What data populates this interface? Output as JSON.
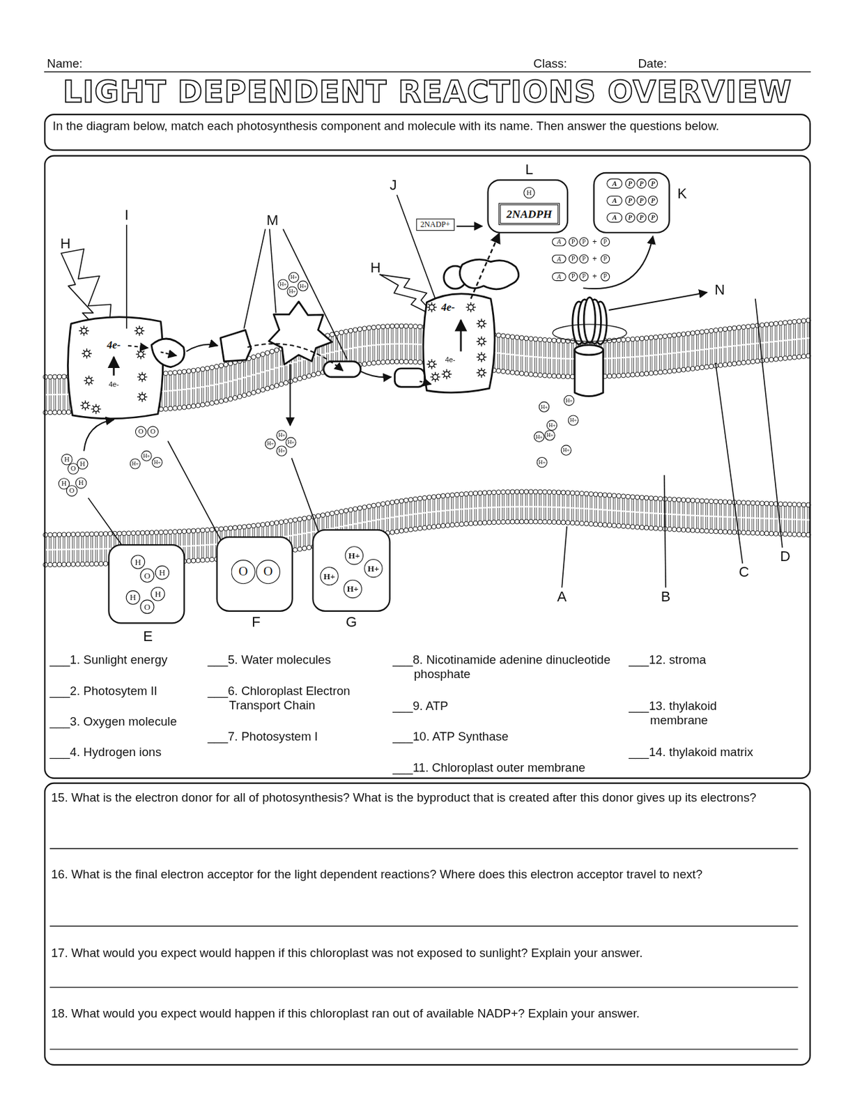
{
  "diagram": {
    "title": "LIGHT DEPENDENT REACTIONS OVERVIEW",
    "nodes": [
      {
        "text": [
          "In the diagram below, match each photosynthesis component and molecule with its name.  Then answer the questions below."
        ]
      },
      {
        "text": [
          "___1. Sunlight energy",
          "___2. Photosytem II",
          "___3. Oxygen molecule",
          "___4. Hydrogen ions",
          "___5. Water molecules",
          "___6. Chloroplast Electron Transport Chain",
          "___7. Photosystem I",
          "___8. Nicotinamide adenine dinucleotide phosphate",
          "___9. ATP",
          "___10. ATP Synthase",
          "___11. Chloroplast outer membrane",
          "___12. stroma",
          "___13. thylakoid membrane",
          "___14. thylakoid matrix"
        ]
      },
      {
        "text": [
          "L",
          "H",
          "2NADPH"
        ],
        "in": 1
      },
      {
        "text": [
          "K",
          "A",
          "P",
          "P",
          "P",
          "A",
          "P",
          "P",
          "P",
          "A",
          "P",
          "P",
          "P"
        ],
        "in": 1
      },
      {
        "text": [
          "E",
          "H",
          "O",
          "H",
          "H",
          "H",
          "O"
        ],
        "in": 1
      },
      {
        "text": [
          "F",
          "O",
          "O"
        ],
        "in": 1
      },
      {
        "text": [
          "G",
          "H+",
          "H+",
          "H+",
          "H+"
        ],
        "in": 1
      },
      {
        "text": [
          "15. What is the electron donor for all of photosynthesis?  What is the byproduct that is created after this donor gives up its electrons?",
          "16. What is the final electron acceptor for the light dependent reactions?  Where does this electron acceptor travel to next?",
          "17. What would you expect would happen if this chloroplast was not exposed to sunlight?  Explain your answer.",
          "18. What would you expect would happen if this chloroplast ran out of available NADP+?  Explain your answer."
        ]
      }
    ],
    "labels": [
      "Name:",
      "Class:",
      "Date:",
      "H",
      "I",
      "M",
      "J",
      "H",
      "N",
      "A",
      "B",
      "C",
      "D",
      "4e-",
      "4e-",
      "4e-",
      "4e-",
      "2NADP+",
      "A",
      "P",
      "P",
      "+",
      "P",
      "A",
      "P",
      "P",
      "+",
      "P",
      "A",
      "P",
      "P",
      "+",
      "P",
      "H",
      "O",
      "H",
      "H",
      "O",
      "H",
      "O",
      "O",
      "H+",
      "H+",
      "H+",
      "H+",
      "H+",
      "H+",
      "H+",
      "H+",
      "H+",
      "H+",
      "H+",
      "H+",
      "H+",
      "H+",
      "H+",
      "H+",
      "H+",
      "H+",
      "H+"
    ]
  }
}
